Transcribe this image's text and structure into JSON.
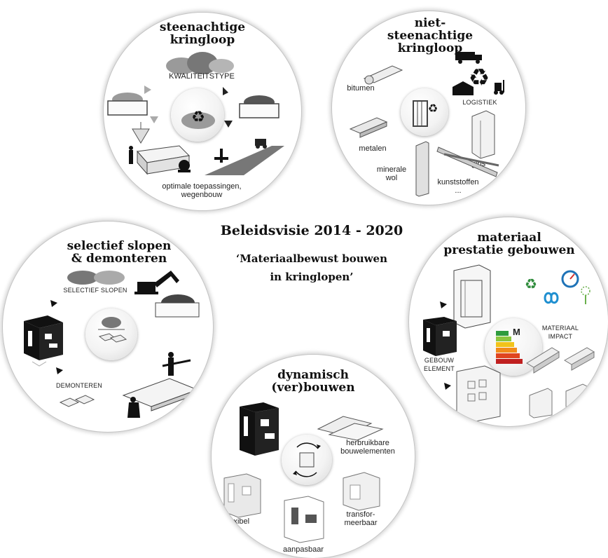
{
  "center": {
    "title": "Beleidsvisie 2014 - 2020",
    "subtitle": "‘Materiaalbewust bouwen\nin kringlopen’"
  },
  "stone": {
    "title": "steenachtige\nkringloop",
    "kwaliteit": "KWALITEITSTYPE",
    "optimaal": "optimale toepassingen,\nwegenbouw"
  },
  "nonstone": {
    "title": "niet-\nsteenachtige\nkringloop",
    "bitumen": "bitumen",
    "logistiek": "LOGISTIEK",
    "metalen": "metalen",
    "gips": "gips",
    "minerale": "minerale\nwol",
    "kunststoffen": "kunststoffen\n..."
  },
  "selective": {
    "title": "selectief slopen\n& demonteren",
    "slopen": "SELECTIEF SLOPEN",
    "demonteren": "DEMONTEREN"
  },
  "material": {
    "title": "materiaal\nprestatie gebouwen",
    "impact": "MATERIAAL\nIMPACT",
    "gebouw": "GEBOUW\nELEMENT",
    "m": "M"
  },
  "dynamic": {
    "title": "dynamisch\n(ver)bouwen",
    "herbruik": "herbruikbare\nbouwelementen",
    "flexibel": "flexibel",
    "aanpas": "aanpasbaar",
    "transfor": "transfor-\nmeerbaar"
  }
}
